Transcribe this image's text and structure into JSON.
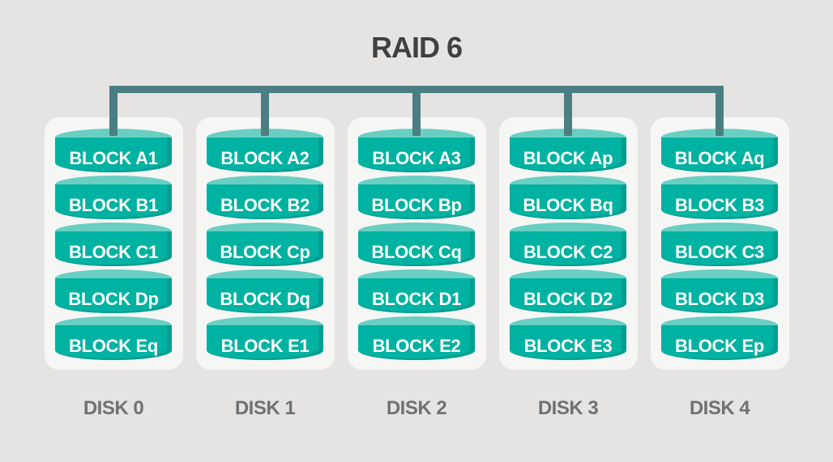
{
  "title": "RAID 6",
  "disks": [
    {
      "label": "DISK 0",
      "blocks": [
        "BLOCK A1",
        "BLOCK B1",
        "BLOCK C1",
        "BLOCK Dp",
        "BLOCK Eq"
      ]
    },
    {
      "label": "DISK 1",
      "blocks": [
        "BLOCK A2",
        "BLOCK B2",
        "BLOCK Cp",
        "BLOCK Dq",
        "BLOCK E1"
      ]
    },
    {
      "label": "DISK 2",
      "blocks": [
        "BLOCK A3",
        "BLOCK Bp",
        "BLOCK Cq",
        "BLOCK D1",
        "BLOCK E2"
      ]
    },
    {
      "label": "DISK 3",
      "blocks": [
        "BLOCK Ap",
        "BLOCK Bq",
        "BLOCK C2",
        "BLOCK D2",
        "BLOCK E3"
      ]
    },
    {
      "label": "DISK 4",
      "blocks": [
        "BLOCK Aq",
        "BLOCK B3",
        "BLOCK C3",
        "BLOCK D3",
        "BLOCK Ep"
      ]
    }
  ],
  "colors": {
    "background": "#e5e4e3",
    "panel": "#f6f6f5",
    "cylinder_body": "#00b2a1",
    "cylinder_top": "#68cfc2",
    "cylinder_shadow": "#009f92",
    "connector": "#4b7e82",
    "title_text": "#3e4041",
    "disk_label_text": "#6f7173",
    "block_text": "#ffffff"
  }
}
